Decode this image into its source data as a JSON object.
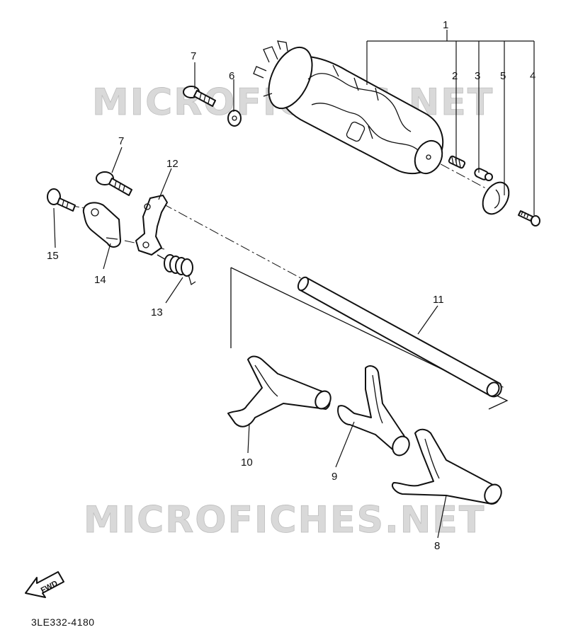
{
  "watermark": {
    "text": "MICROFICHES.NET"
  },
  "diagram_code": "3LE332-4180",
  "fwd_label": "FWD",
  "callouts": {
    "n1": "1",
    "n2": "2",
    "n3": "3",
    "n4": "4",
    "n5": "5",
    "n6": "6",
    "n7a": "7",
    "n7b": "7",
    "n8": "8",
    "n9": "9",
    "n10": "10",
    "n11": "11",
    "n12": "12",
    "n13": "13",
    "n14": "14",
    "n15": "15"
  },
  "parts": [
    "shift-cam-drum",
    "pin",
    "segment-pin",
    "segment",
    "screw",
    "washer",
    "bolt",
    "shift-fork-3",
    "shift-fork-2",
    "shift-fork-1",
    "shift-fork-guide-bar",
    "stopper-lever",
    "torsion-spring",
    "stopper-plate",
    "stopper-bolt"
  ]
}
